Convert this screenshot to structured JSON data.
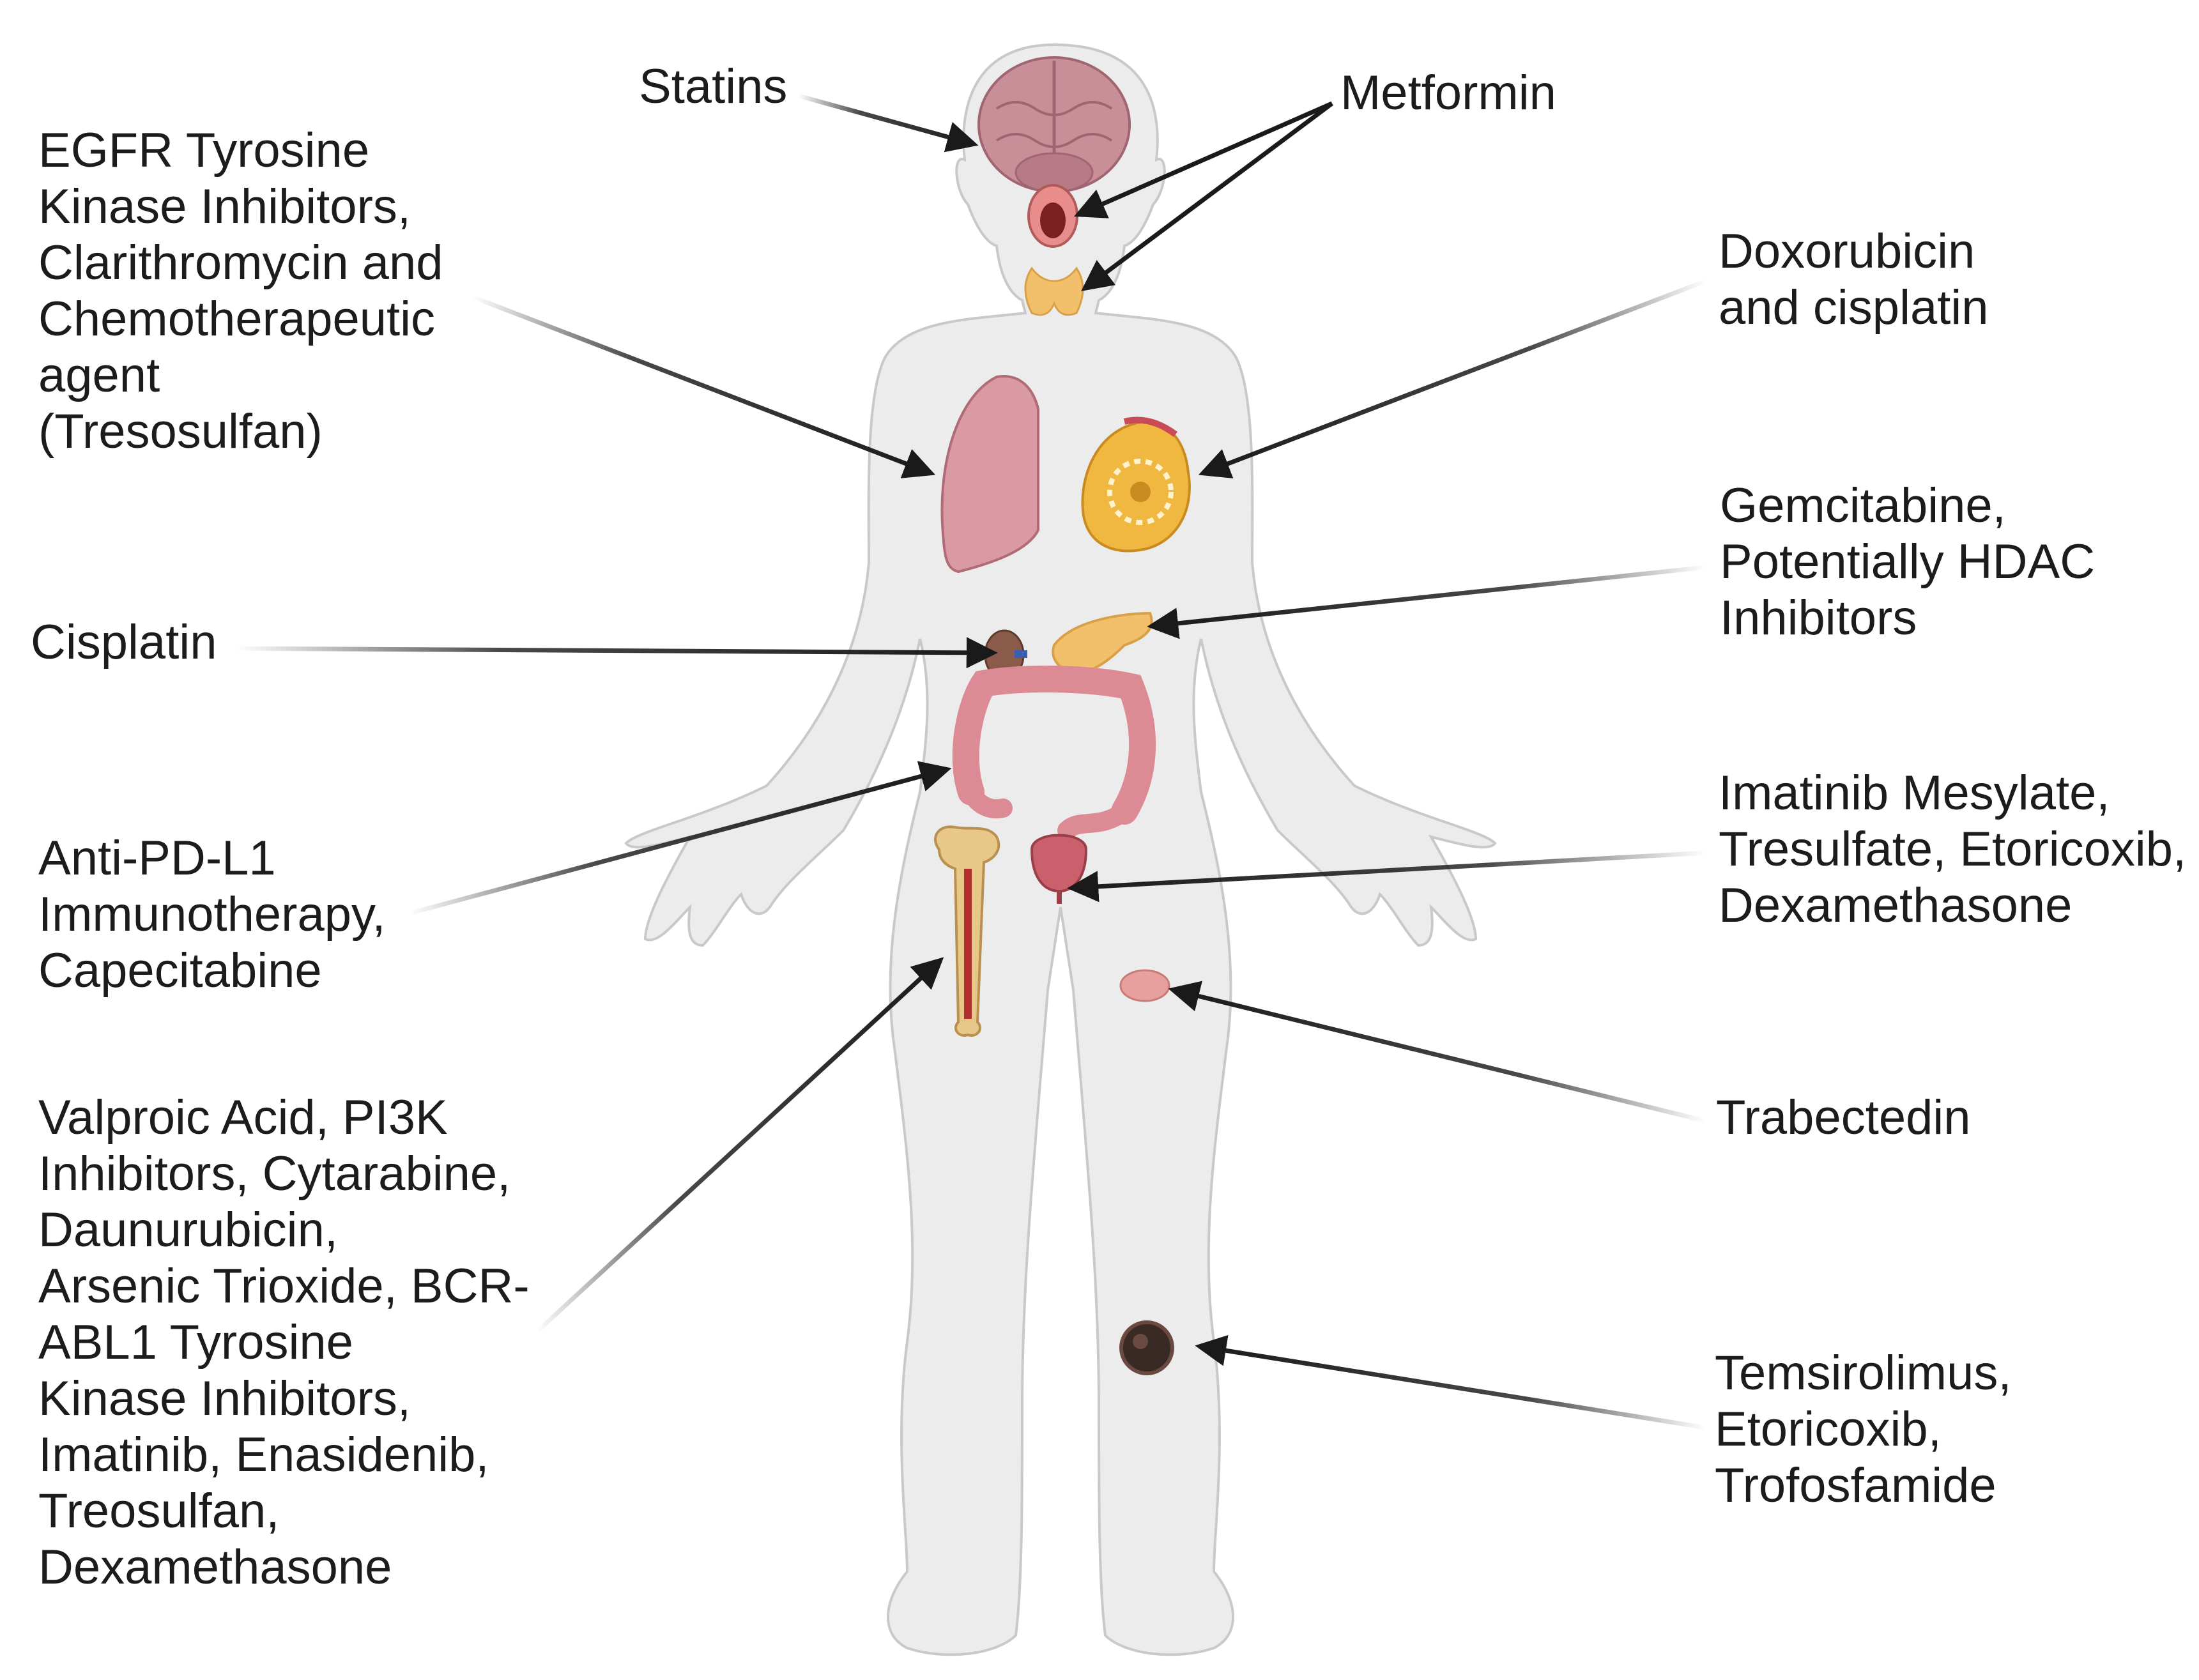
{
  "labels": {
    "statins": "Statins",
    "metformin": "Metformin",
    "egfr": "EGFR Tyrosine\nKinase Inhibitors,\nClarithromycin and\nChemotherapeutic\nagent\n(Tresosulfan)",
    "doxorubicin": "Doxorubicin\nand cisplatin",
    "gemcitabine": "Gemcitabine,\nPotentially HDAC\nInhibitors",
    "cisplatin": "Cisplatin",
    "imatinib": "Imatinib Mesylate,\nTresulfate, Etoricoxib,\nDexamethasone",
    "antipdl1": "Anti-PD-L1\nImmunotherapy,\nCapecitabine",
    "trabectedin": "Trabectedin",
    "valproic": "Valproic Acid, PI3K\nInhibitors, Cytarabine,\nDaunurubicin,\nArsenic Trioxide, BCR-\nABL1 Tyrosine\nKinase Inhibitors,\nImatinib, Enasidenib,\nTreosulfan,\nDexamethasone",
    "temsirolimus": "Temsirolimus,\nEtoricoxib,\nTrofosfamide"
  },
  "colors": {
    "body_fill": "#ececec",
    "body_outline": "#c9c9c9",
    "brain": "#c98f99",
    "lung": "#d99aa3",
    "breast": "#f0b840",
    "gland": "#f2c06a",
    "intestine": "#dc8b94",
    "bone": "#e8c888",
    "marrow": "#b03030",
    "tumor": "#3a2a26",
    "arrow": "#1a1a1a"
  }
}
